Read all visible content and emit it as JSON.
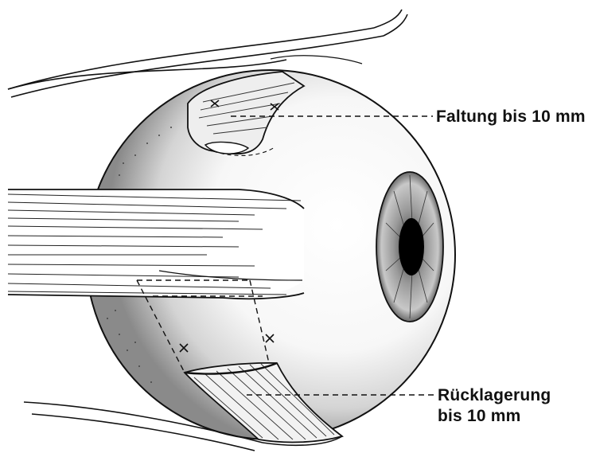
{
  "labels": {
    "faltung": "Faltung bis 10 mm",
    "rueck_line1": "Rücklagerung",
    "rueck_line2": "bis 10 mm"
  },
  "colors": {
    "ink": "#111111",
    "paper": "#ffffff",
    "pupil": "#000000"
  }
}
